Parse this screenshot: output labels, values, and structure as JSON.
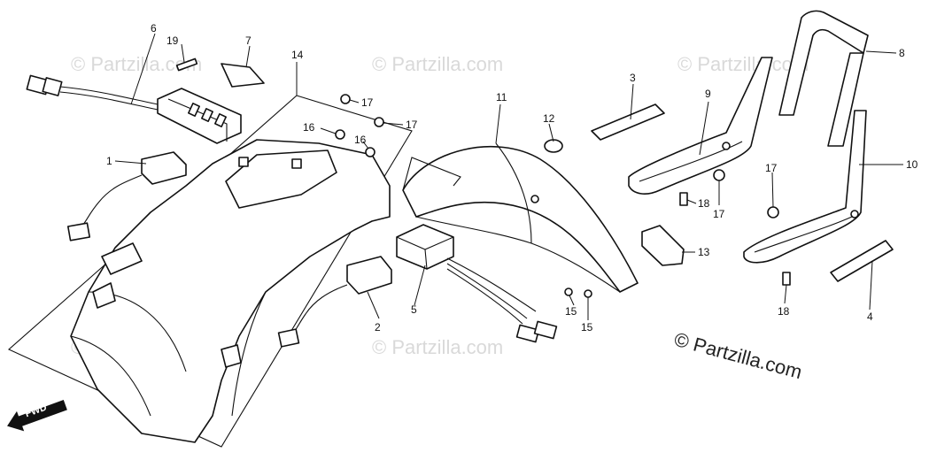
{
  "diagram": {
    "callouts": [
      {
        "id": "c1",
        "label": "1"
      },
      {
        "id": "c2",
        "label": "2"
      },
      {
        "id": "c3",
        "label": "3"
      },
      {
        "id": "c4",
        "label": "4"
      },
      {
        "id": "c5",
        "label": "5"
      },
      {
        "id": "c6",
        "label": "6"
      },
      {
        "id": "c7",
        "label": "7"
      },
      {
        "id": "c8",
        "label": "8"
      },
      {
        "id": "c9",
        "label": "9"
      },
      {
        "id": "c10",
        "label": "10"
      },
      {
        "id": "c11",
        "label": "11"
      },
      {
        "id": "c12",
        "label": "12"
      },
      {
        "id": "c13",
        "label": "13"
      },
      {
        "id": "c14",
        "label": "14"
      },
      {
        "id": "c15a",
        "label": "15"
      },
      {
        "id": "c15b",
        "label": "15"
      },
      {
        "id": "c16a",
        "label": "16"
      },
      {
        "id": "c16b",
        "label": "16"
      },
      {
        "id": "c17a",
        "label": "17"
      },
      {
        "id": "c17b",
        "label": "17"
      },
      {
        "id": "c17c",
        "label": "17"
      },
      {
        "id": "c17d",
        "label": "17"
      },
      {
        "id": "c18a",
        "label": "18"
      },
      {
        "id": "c18b",
        "label": "18"
      },
      {
        "id": "c19",
        "label": "19"
      }
    ],
    "fwd_label": "FWD",
    "copyright_brand": "© Partzilla.com",
    "watermark_text": "© Partzilla.com",
    "colors": {
      "line": "#111111",
      "watermark": "#d9d9d9",
      "background": "#ffffff"
    }
  }
}
